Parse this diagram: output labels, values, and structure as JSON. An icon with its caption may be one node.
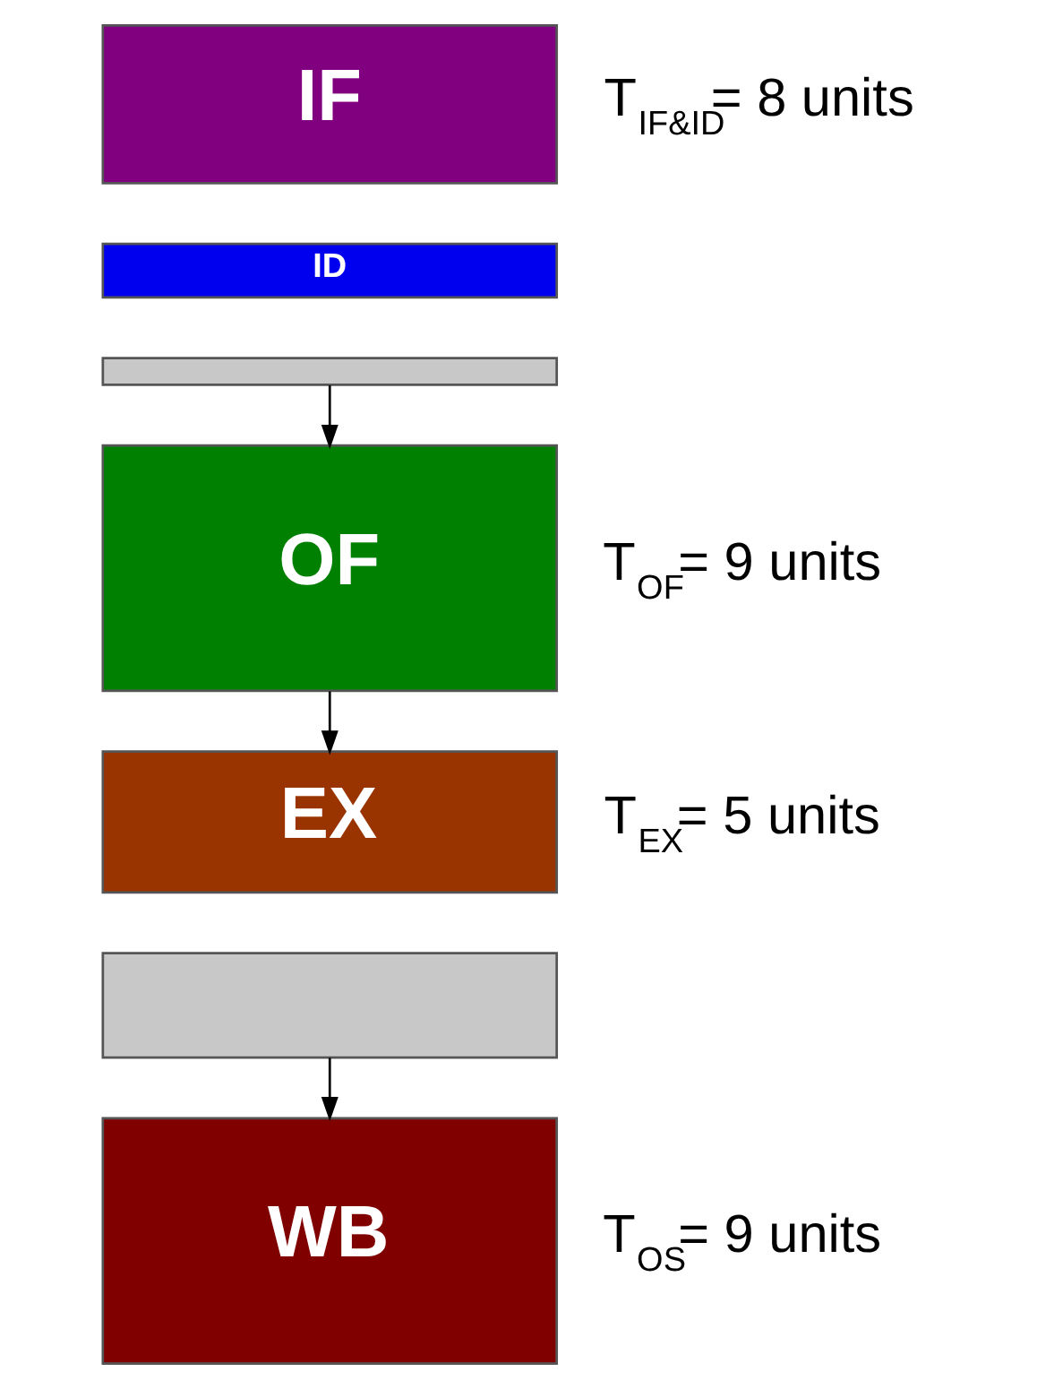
{
  "diagram": {
    "nodes": [
      {
        "text": [
          "IF"
        ],
        "beside": [
          "T$_{IF&ID}$= 8 units"
        ]
      },
      {
        "text": [
          "ID"
        ]
      },
      {
        "text": [],
        "shape": "bar"
      },
      {
        "text": [
          "OF"
        ],
        "beside": [
          "T$_{OF}$= 9 units"
        ]
      },
      {
        "text": [
          "EX"
        ],
        "beside": [
          "T$_{EX}$= 5 units"
        ]
      },
      {
        "text": [],
        "shape": "bar"
      },
      {
        "text": [
          "WB"
        ],
        "beside": [
          "T$_{OS}$= 9 units"
        ]
      }
    ],
    "edges": [
      {
        "from": 2,
        "to": 3,
        "arrow": "to"
      },
      {
        "from": 3,
        "to": 4,
        "arrow": "to"
      },
      {
        "from": 5,
        "to": 6,
        "arrow": "to"
      }
    ]
  }
}
